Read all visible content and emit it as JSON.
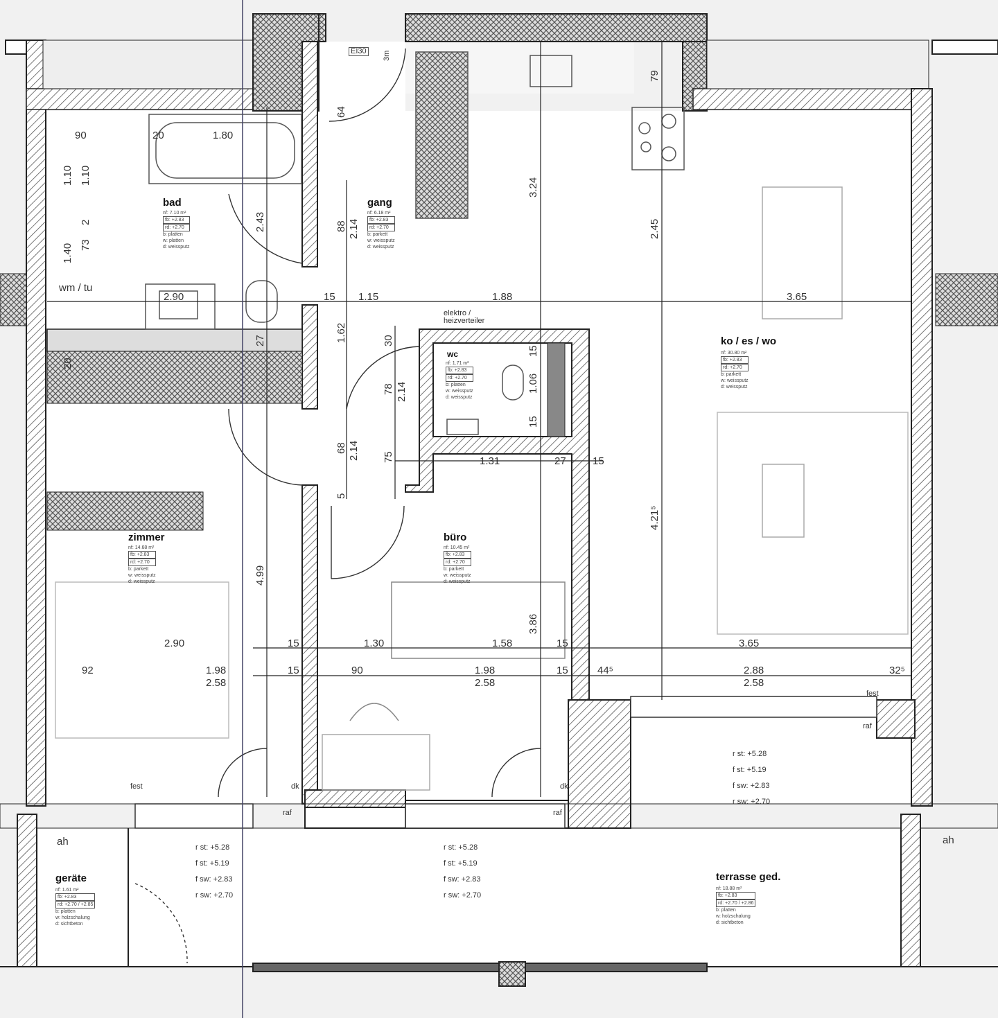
{
  "rooms": {
    "bad": {
      "name": "bad",
      "area": "nf: 7.10 m²",
      "row1": "fb: +2.83",
      "row2": "rd: +2.70",
      "b": "b: platten",
      "w": "w: platten",
      "d": "d: weissputz"
    },
    "gang": {
      "name": "gang",
      "area": "nf: 6.18 m²",
      "row1": "fb: +2.83",
      "row2": "rd: +2.70",
      "b": "b: parkett",
      "w": "w: weissputz",
      "d": "d: weissputz"
    },
    "wc": {
      "name": "wc",
      "area": "nf: 1.71 m²",
      "row1": "fb: +2.83",
      "row2": "rd: +2.70",
      "b": "b: platten",
      "w": "w: weissputz",
      "d": "d: weissputz"
    },
    "buero": {
      "name": "büro",
      "area": "nf: 10.45 m²",
      "row1": "fb: +2.83",
      "row2": "rd: +2.70",
      "b": "b: parkett",
      "w": "w: weissputz",
      "d": "d: weissputz"
    },
    "zimmer": {
      "name": "zimmer",
      "area": "nf: 14.68 m²",
      "row1": "fb: +2.83",
      "row2": "rd: +2.70",
      "b": "b: parkett",
      "w": "w: weissputz",
      "d": "d: weissputz"
    },
    "kueche": {
      "name": "ko / es / wo",
      "area": "nf: 30.80 m²",
      "row1": "fb: +2.83",
      "row2": "rd: +2.70",
      "b": "b: parkett",
      "w": "w: weissputz",
      "d": "d: weissputz"
    },
    "geraete": {
      "name": "geräte",
      "area": "nf: 1.61 m²",
      "row1": "fb: +2.83",
      "row2": "rd: +2.70 / +2.85",
      "b": "b: platten",
      "w": "w: holzschalung",
      "d": "d: sichtbeton"
    },
    "terrasse": {
      "name": "terrasse ged.",
      "area": "nf: 18.88 m²",
      "row1": "fb: +2.83",
      "row2": "rd: +2.70 / +2.86",
      "b": "b: platten",
      "w": "w: holzschalung",
      "d": "d: sichtbeton"
    },
    "wmtu": {
      "name": "wm / tu"
    },
    "elektro": {
      "line1": "elektro /",
      "line2": "heizverteiler"
    }
  },
  "levels": {
    "left": {
      "r_st": "r st:  +5.28",
      "f_st": "f st:  +5.19",
      "f_sw": "f sw:  +2.83",
      "r_sw": "r sw:  +2.70"
    },
    "mid": {
      "r_st": "r st:  +5.28",
      "f_st": "f st:  +5.19",
      "f_sw": "f sw:  +2.83",
      "r_sw": "r sw:  +2.70"
    },
    "right": {
      "r_st": "r st:  +5.28",
      "f_st": "f st:  +5.19",
      "f_sw": "f sw:  +2.83",
      "r_sw": "r sw:  +2.70"
    }
  },
  "marks": {
    "ei30": "EI30",
    "m3": "3m",
    "fest1": "fest",
    "fest2": "fest",
    "raf1": "raf",
    "raf2": "raf",
    "raf3": "raf",
    "dk1": "dk",
    "dk2": "dk",
    "ah1": "ah",
    "ah2": "ah"
  },
  "dims": {
    "d90a": "90",
    "d20a": "20",
    "d180": "1.80",
    "d110a": "1.10",
    "d110b": "1.10",
    "d2": "2",
    "d73": "73",
    "d140": "1.40",
    "d290a": "2.90",
    "d243": "2.43",
    "d64": "64",
    "d88": "88",
    "d214a": "2.14",
    "d324": "3.24",
    "d79": "79",
    "d245": "2.45",
    "d15a": "15",
    "d115": "1.15",
    "d188": "1.88",
    "d365a": "3.65",
    "d162": "1.62",
    "d30": "30",
    "d27a": "27",
    "d20b": "20",
    "d15b": "15",
    "d106": "1.06",
    "d15c": "15",
    "d78": "78",
    "d214b": "2.14",
    "d68": "68",
    "d214c": "2.14",
    "d75": "75",
    "d5": "5",
    "d131": "1.31",
    "d27b": "27",
    "d15d": "15",
    "d4215": "4.21⁵",
    "d499": "4.99",
    "d386": "3.86",
    "d290b": "2.90",
    "d15e": "15",
    "d130": "1.30",
    "d158": "1.58",
    "d15f": "15",
    "d365b": "3.65",
    "d92": "92",
    "d198a": "1.98",
    "d258a": "2.58",
    "d15g": "15",
    "d90b": "90",
    "d198b": "1.98",
    "d258b": "2.58",
    "d15h": "15",
    "d445": "44⁵",
    "d288": "2.88",
    "d258c": "2.58",
    "d325": "32⁵"
  }
}
